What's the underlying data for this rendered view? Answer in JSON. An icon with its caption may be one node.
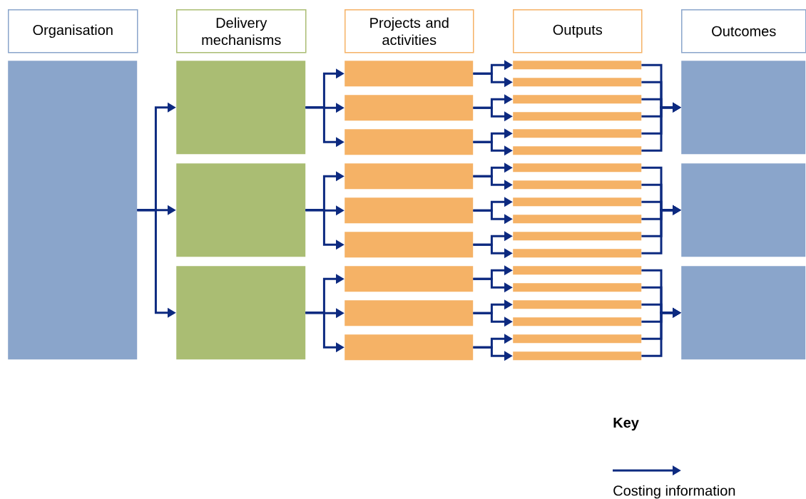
{
  "diagram": {
    "nodes": [
      {
        "text": [
          "Organisation"
        ]
      },
      {
        "text": [
          "Delivery mechanisms"
        ]
      },
      {
        "text": [
          "Projects and activities"
        ]
      },
      {
        "text": [
          "Outputs"
        ]
      },
      {
        "text": [
          "Outcomes"
        ]
      },
      {
        "text": [],
        "shape": "box"
      },
      {
        "text": [],
        "shape": "box"
      },
      {
        "text": [],
        "shape": "box"
      },
      {
        "text": [],
        "shape": "box"
      },
      {
        "text": [],
        "shape": "box"
      },
      {
        "text": [],
        "shape": "box"
      },
      {
        "text": [],
        "shape": "box"
      },
      {
        "text": [],
        "shape": "box"
      },
      {
        "text": [],
        "shape": "box"
      },
      {
        "text": [],
        "shape": "box"
      },
      {
        "text": [],
        "shape": "box"
      },
      {
        "text": [],
        "shape": "box"
      },
      {
        "text": [],
        "shape": "box"
      },
      {
        "text": [],
        "shape": "box"
      },
      {
        "text": [],
        "shape": "box"
      },
      {
        "text": [],
        "shape": "box"
      },
      {
        "text": [],
        "shape": "box"
      },
      {
        "text": [],
        "shape": "box"
      },
      {
        "text": [],
        "shape": "box"
      },
      {
        "text": [],
        "shape": "box"
      },
      {
        "text": [],
        "shape": "box"
      },
      {
        "text": [],
        "shape": "box"
      },
      {
        "text": [],
        "shape": "box"
      },
      {
        "text": [],
        "shape": "box"
      },
      {
        "text": [],
        "shape": "box"
      },
      {
        "text": [],
        "shape": "box"
      },
      {
        "text": [],
        "shape": "box"
      },
      {
        "text": [],
        "shape": "box"
      },
      {
        "text": [],
        "shape": "box"
      },
      {
        "text": [],
        "shape": "box"
      },
      {
        "text": [],
        "shape": "box"
      },
      {
        "text": [],
        "shape": "box"
      },
      {
        "text": [],
        "shape": "box"
      },
      {
        "text": [],
        "shape": "box"
      }
    ],
    "edges": [
      {
        "from": 5,
        "to": 6,
        "arrow": "to"
      },
      {
        "from": 5,
        "to": 7,
        "arrow": "to"
      },
      {
        "from": 5,
        "to": 8,
        "arrow": "to"
      },
      {
        "from": 6,
        "to": 9,
        "arrow": "to"
      },
      {
        "from": 6,
        "to": 10,
        "arrow": "to"
      },
      {
        "from": 6,
        "to": 11,
        "arrow": "to"
      },
      {
        "from": 7,
        "to": 12,
        "arrow": "to"
      },
      {
        "from": 7,
        "to": 13,
        "arrow": "to"
      },
      {
        "from": 7,
        "to": 14,
        "arrow": "to"
      },
      {
        "from": 8,
        "to": 15,
        "arrow": "to"
      },
      {
        "from": 8,
        "to": 16,
        "arrow": "to"
      },
      {
        "from": 8,
        "to": 17,
        "arrow": "to"
      },
      {
        "from": 9,
        "to": 18,
        "arrow": "to"
      },
      {
        "from": 9,
        "to": 19,
        "arrow": "to"
      },
      {
        "from": 10,
        "to": 20,
        "arrow": "to"
      },
      {
        "from": 10,
        "to": 21,
        "arrow": "to"
      },
      {
        "from": 11,
        "to": 22,
        "arrow": "to"
      },
      {
        "from": 11,
        "to": 23,
        "arrow": "to"
      },
      {
        "from": 12,
        "to": 24,
        "arrow": "to"
      },
      {
        "from": 12,
        "to": 25,
        "arrow": "to"
      },
      {
        "from": 13,
        "to": 26,
        "arrow": "to"
      },
      {
        "from": 13,
        "to": 27,
        "arrow": "to"
      },
      {
        "from": 14,
        "to": 28,
        "arrow": "to"
      },
      {
        "from": 14,
        "to": 29,
        "arrow": "to"
      },
      {
        "from": 15,
        "to": 30,
        "arrow": "to"
      },
      {
        "from": 15,
        "to": 31,
        "arrow": "to"
      },
      {
        "from": 16,
        "to": 32,
        "arrow": "to"
      },
      {
        "from": 16,
        "to": 33,
        "arrow": "to"
      },
      {
        "from": 17,
        "to": 34,
        "arrow": "to"
      },
      {
        "from": 17,
        "to": 35,
        "arrow": "to"
      },
      {
        "from": 18,
        "to": 36,
        "arrow": "to"
      },
      {
        "from": 19,
        "to": 36,
        "arrow": "to"
      },
      {
        "from": 20,
        "to": 36,
        "arrow": "to"
      },
      {
        "from": 21,
        "to": 36,
        "arrow": "to"
      },
      {
        "from": 22,
        "to": 36,
        "arrow": "to"
      },
      {
        "from": 23,
        "to": 36,
        "arrow": "to"
      },
      {
        "from": 24,
        "to": 37,
        "arrow": "to"
      },
      {
        "from": 25,
        "to": 37,
        "arrow": "to"
      },
      {
        "from": 26,
        "to": 37,
        "arrow": "to"
      },
      {
        "from": 27,
        "to": 37,
        "arrow": "to"
      },
      {
        "from": 28,
        "to": 37,
        "arrow": "to"
      },
      {
        "from": 29,
        "to": 37,
        "arrow": "to"
      },
      {
        "from": 30,
        "to": 38,
        "arrow": "to"
      },
      {
        "from": 31,
        "to": 38,
        "arrow": "to"
      },
      {
        "from": 32,
        "to": 38,
        "arrow": "to"
      },
      {
        "from": 33,
        "to": 38,
        "arrow": "to"
      },
      {
        "from": 34,
        "to": 38,
        "arrow": "to"
      },
      {
        "from": 35,
        "to": 38,
        "arrow": "to"
      }
    ],
    "labels": [
      "Key"
    ],
    "legend": [
      {
        "text": "Costing information"
      }
    ]
  }
}
